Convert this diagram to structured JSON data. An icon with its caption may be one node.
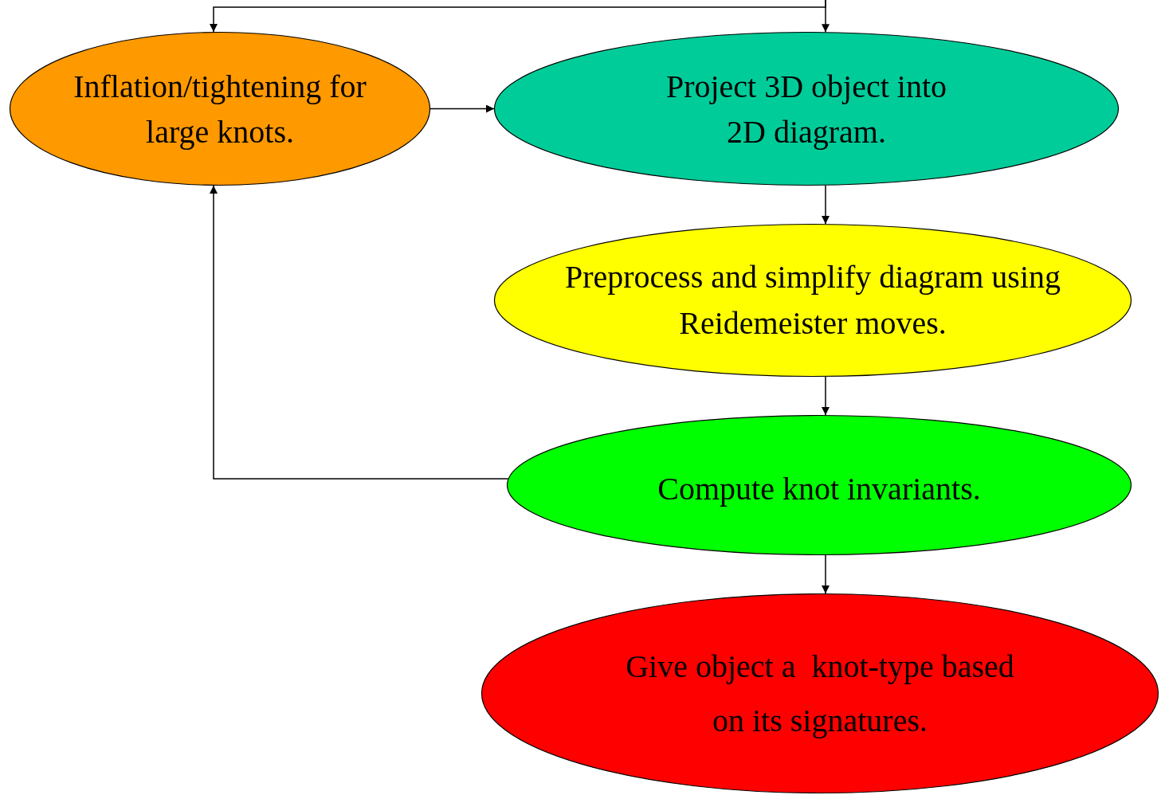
{
  "diagram": {
    "nodes": [
      {
        "text": [
          "Inflation/tightening for large knots."
        ]
      },
      {
        "text": [
          "Project 3D object into 2D diagram."
        ]
      },
      {
        "text": [
          "Preprocess and simplify diagram using Reidemeister moves."
        ]
      },
      {
        "text": [
          "Compute knot invariants."
        ]
      },
      {
        "text": [
          "Give object a  knot-type based on its signatures."
        ]
      }
    ],
    "edges": [
      {
        "from": null,
        "to": 0,
        "arrow": "to"
      },
      {
        "from": null,
        "to": 1,
        "arrow": "to"
      },
      {
        "from": 0,
        "to": 1,
        "arrow": "to"
      },
      {
        "from": 1,
        "to": 2,
        "arrow": "to"
      },
      {
        "from": 2,
        "to": 3,
        "arrow": "to"
      },
      {
        "from": 3,
        "to": 0,
        "arrow": "to"
      },
      {
        "from": 3,
        "to": 4,
        "arrow": "to"
      }
    ]
  }
}
